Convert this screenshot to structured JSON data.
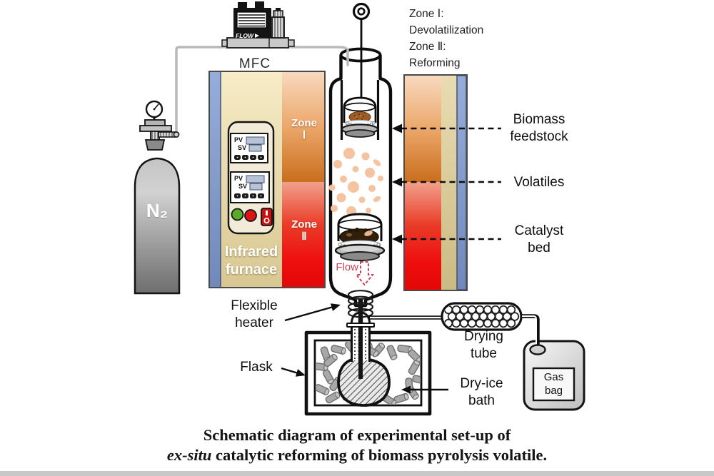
{
  "colors": {
    "zone1_orange": "#c96e1d",
    "zone2_red": "#ee0e0e",
    "furnace_tan": "#e2d2a0",
    "furnace_blue": "#8099c9",
    "flow_red": "#cb4356",
    "tube_gray": "#b9b9b9",
    "background": "#ffffff"
  },
  "cylinder": {
    "label": "N₂"
  },
  "mfc": {
    "label": "MFC",
    "display": "FLOW"
  },
  "zone_notes": {
    "zone1": "Zone Ⅰ:\nDevolatilization",
    "zone2": "Zone Ⅱ:\nReforming"
  },
  "furnace": {
    "label": "Infrared\nfurnace",
    "zone1": "Zone\nⅠ",
    "zone2": "Zone\nⅡ",
    "controller": {
      "pv": "PV",
      "sv": "SV"
    }
  },
  "reactor": {
    "flow_label": "Flow"
  },
  "callouts": {
    "biomass": "Biomass\nfeedstock",
    "volatiles": "Volatiles",
    "catalyst": "Catalyst\nbed",
    "flexible_heater": "Flexible\nheater",
    "flask": "Flask",
    "drying_tube": "Drying\ntube",
    "dry_ice_bath": "Dry-ice\nbath"
  },
  "gas_bag": {
    "label": "Gas\nbag"
  },
  "caption": {
    "line1": "Schematic diagram of experimental set-up of",
    "line2_em": "ex-situ",
    "line2_rest": " catalytic reforming of biomass pyrolysis volatile."
  }
}
